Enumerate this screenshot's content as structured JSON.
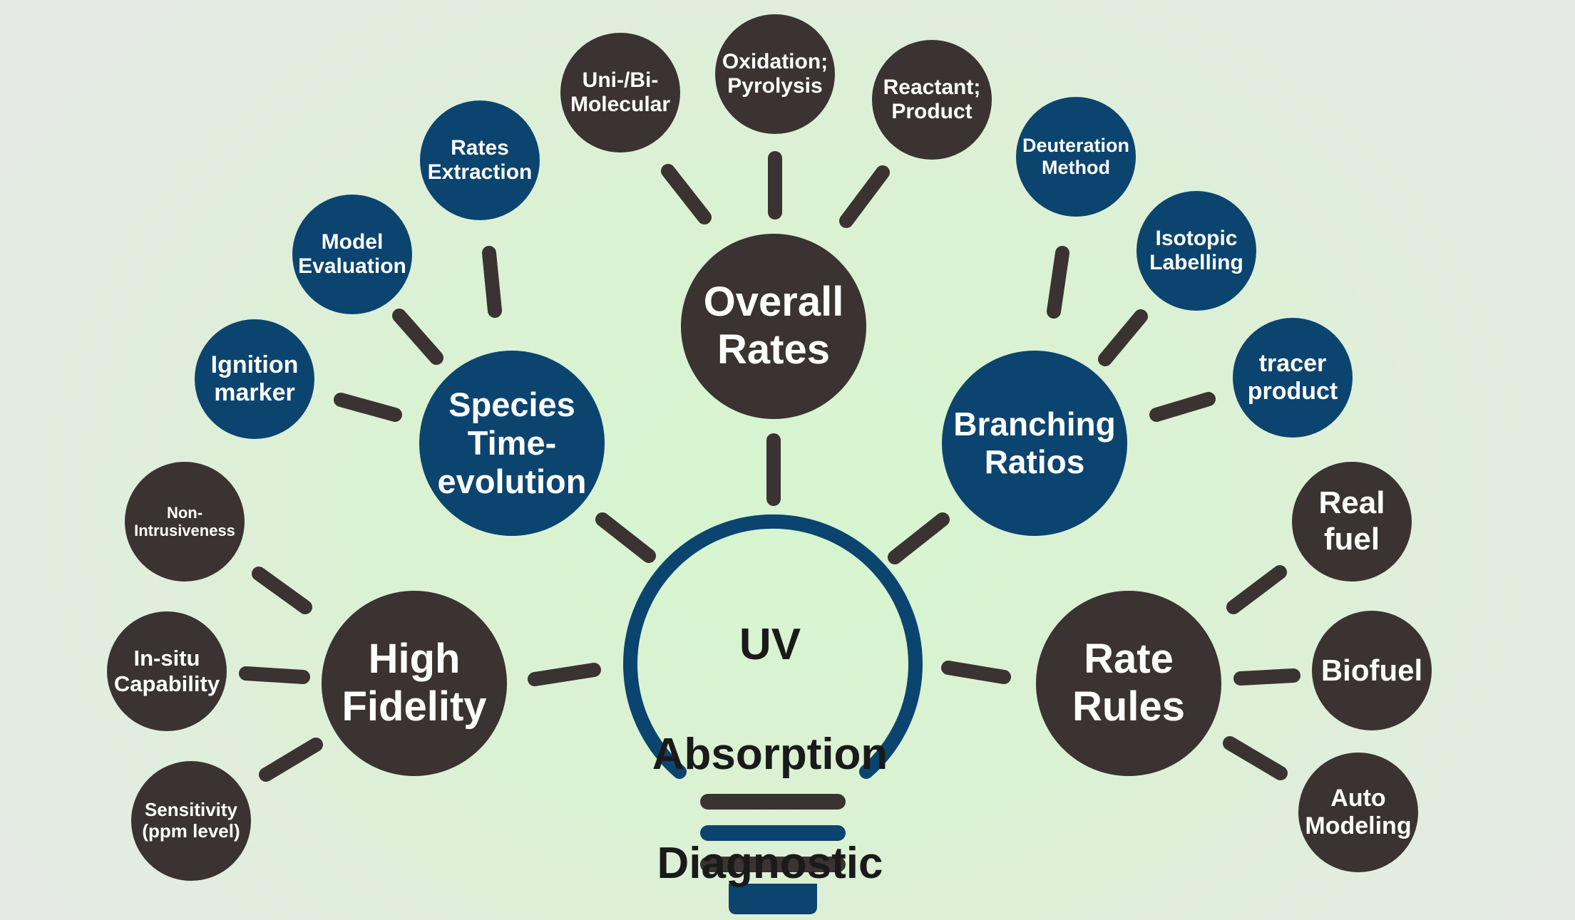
{
  "center": {
    "line1": "UV",
    "line2": "Absorption",
    "line3": "Diagnostic"
  },
  "hubs": {
    "overall_rates": "Overall\nRates",
    "species_time_evolution": "Species\nTime-\nevolution",
    "branching_ratios": "Branching\nRatios",
    "high_fidelity": "High\nFidelity",
    "rate_rules": "Rate\nRules"
  },
  "leaves": {
    "uni_bi_molecular": "Uni-/Bi-\nMolecular",
    "oxidation_pyrolysis": "Oxidation;\nPyrolysis",
    "reactant_product": "Reactant;\nProduct",
    "rates_extraction": "Rates\nExtraction",
    "model_evaluation": "Model\nEvaluation",
    "ignition_marker": "Ignition\nmarker",
    "deuteration_method": "Deuteration\nMethod",
    "isotopic_labelling": "Isotopic\nLabelling",
    "tracer_product": "tracer\nproduct",
    "non_intrusiveness": "Non-\nIntrusiveness",
    "in_situ_capability": "In-situ\nCapability",
    "sensitivity": "Sensitivity\n(ppm level)",
    "real_fuel": "Real\nfuel",
    "biofuel": "Biofuel",
    "auto_modeling": "Auto\nModeling"
  },
  "colors": {
    "dark_node": "#3a3331",
    "blue_node": "#0b446f",
    "bulb_outline": "#0b446f",
    "bulb_stripes": [
      "#3a3331",
      "#0b446f",
      "#3a3331"
    ],
    "connector": "#3a3331",
    "background": "#dbf1d3"
  }
}
